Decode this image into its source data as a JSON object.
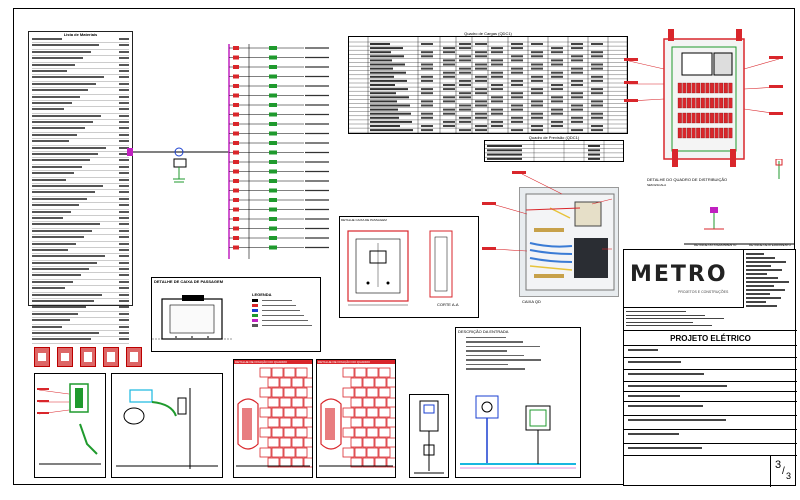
{
  "legend_list": {
    "title": "Lista de Materiais",
    "rows": 48
  },
  "schedule": {
    "title": "Quadro de Cargas (QDC1)",
    "headers": [
      "Circuito",
      "Descrição",
      "Potência",
      "Tensão",
      "Corrente",
      "Disj.",
      "Seção",
      "Fase A",
      "Fase B",
      "Fase C"
    ],
    "rows": 22,
    "summary_title": "Quadro de Previsão (QDC1)"
  },
  "panel_detail": {
    "title": "DETALHE DO QUADRO DE DISTRIBUIÇÃO",
    "subtitle": "SEM ESCALA"
  },
  "box_detail": {
    "title": "DETALHE CAIXA DE PASSAGEM",
    "cut_label": "CORTE A-A"
  },
  "passage_box": {
    "title": "DETALHE DE CAIXA DE PASSAGEM",
    "legend": "LEGENDA"
  },
  "photo": {
    "caption": "CAIXA QD"
  },
  "ground": {
    "label_a": "DETALHE DO ATERRAMENTO",
    "label_b": "DETALHE DE ATERRAMENTO"
  },
  "title_block": {
    "logo_text": "METRO",
    "logo_sub": "PROJETOS E CONSTRUÇÕES",
    "project_title": "PROJETO ELÉTRICO",
    "sheet_num": "3",
    "sheet_total": "3"
  },
  "details": {
    "a": "DETALHE DE FIXAÇÃO DO QUADRO",
    "b": "DETALHE DE FIXAÇÃO DO QUADRO",
    "c": "DESCRIÇÃO DA ENTRADA"
  },
  "colors": {
    "red": "#d9262b",
    "magenta": "#c020c0",
    "green": "#1f9a2d",
    "blue": "#1a3fd0",
    "cyan": "#18b7e0"
  }
}
